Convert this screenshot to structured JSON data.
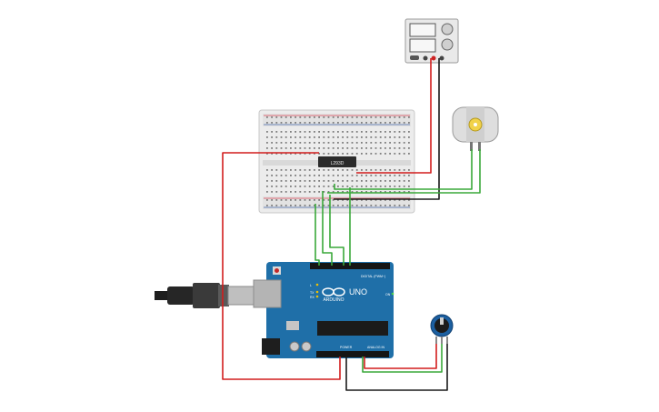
{
  "circuit": {
    "breadboard": {
      "component": "breadboard"
    },
    "motor_driver": {
      "chip_label": "L293D"
    },
    "power_supply": {
      "component": "dc-power-supply"
    },
    "motor": {
      "component": "dc-motor"
    },
    "potentiometer": {
      "component": "potentiometer"
    },
    "arduino": {
      "brand": "ARDUINO",
      "model": "UNO",
      "header_digital": "DIGITAL (PWM~)",
      "header_power": "POWER",
      "header_analog": "ANALOG IN",
      "led_tx": "TX",
      "led_rx": "RX",
      "led_on": "ON",
      "led_l": "L"
    },
    "usb_cable": {
      "component": "usb-cable"
    },
    "wire_colors": {
      "red": "#d21d1d",
      "black": "#1b1b1b",
      "green": "#3aa83a"
    }
  }
}
